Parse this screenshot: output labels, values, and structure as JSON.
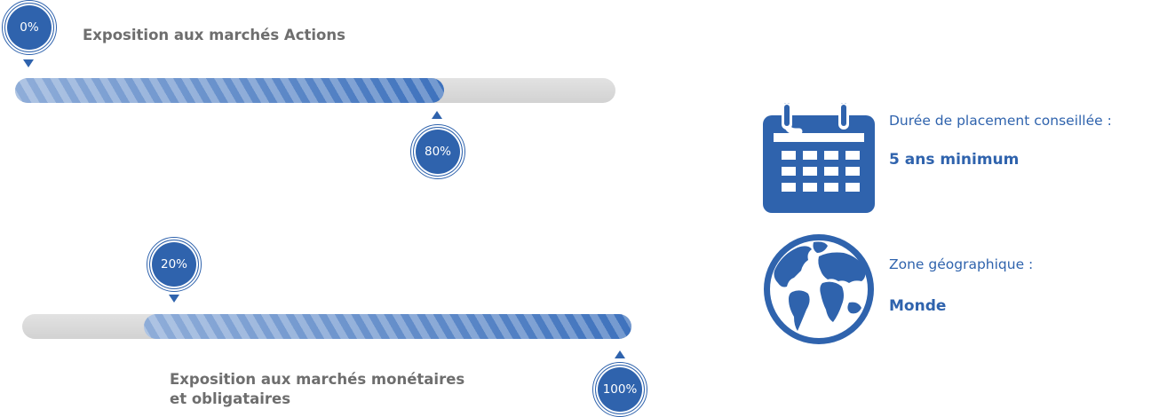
{
  "equity": {
    "title": "Exposition aux marchés Actions",
    "min_label": "0%",
    "max_label": "80%",
    "min_value": 0,
    "max_value": 80
  },
  "bonds": {
    "title_line1": "Exposition aux marchés monétaires",
    "title_line2": "et obligataires",
    "min_label": "20%",
    "max_label": "100%",
    "min_value": 20,
    "max_value": 100
  },
  "horizon": {
    "label": "Durée de placement conseillée :",
    "value": "5 ans minimum",
    "icon": "calendar-icon"
  },
  "zone": {
    "label": "Zone géographique :",
    "value": "Monde",
    "icon": "globe-icon"
  },
  "colors": {
    "accent": "#2f63ad",
    "title_gray": "#6e6e6e",
    "track_gray": "#d8d8d8"
  }
}
